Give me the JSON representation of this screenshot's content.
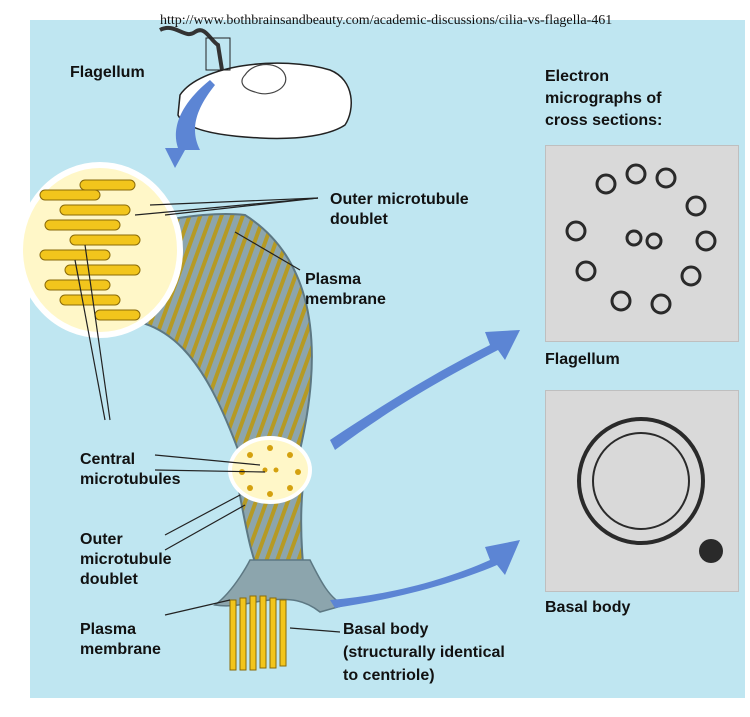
{
  "source_url": "http://www.bothbrainsandbeauty.com/academic-discussions/cilia-vs-flagella-461",
  "labels": {
    "flagellum_top": "Flagellum",
    "outer_doublet_top_1": "Outer microtubule",
    "outer_doublet_top_2": "doublet",
    "plasma_top_1": "Plasma",
    "plasma_top_2": "membrane",
    "central_1": "Central",
    "central_2": "microtubules",
    "outer_doublet_bottom_1": "Outer",
    "outer_doublet_bottom_2": "microtubule",
    "outer_doublet_bottom_3": "doublet",
    "plasma_bottom_1": "Plasma",
    "plasma_bottom_2": "membrane",
    "basal_1": "Basal body",
    "basal_2": "(structurally identical",
    "basal_3": "to centriole)",
    "em_heading_1": "Electron",
    "em_heading_2": "micrographs of",
    "em_heading_3": "cross sections:",
    "em_flagellum": "Flagellum",
    "em_basal": "Basal body"
  },
  "colors": {
    "background_panel": "#bfe6f1",
    "tubule_yellow": "#f2c51c",
    "tubule_dark": "#8a6a08",
    "membrane_grey": "#7e9ba6",
    "arrow_blue": "#5c85d4"
  }
}
